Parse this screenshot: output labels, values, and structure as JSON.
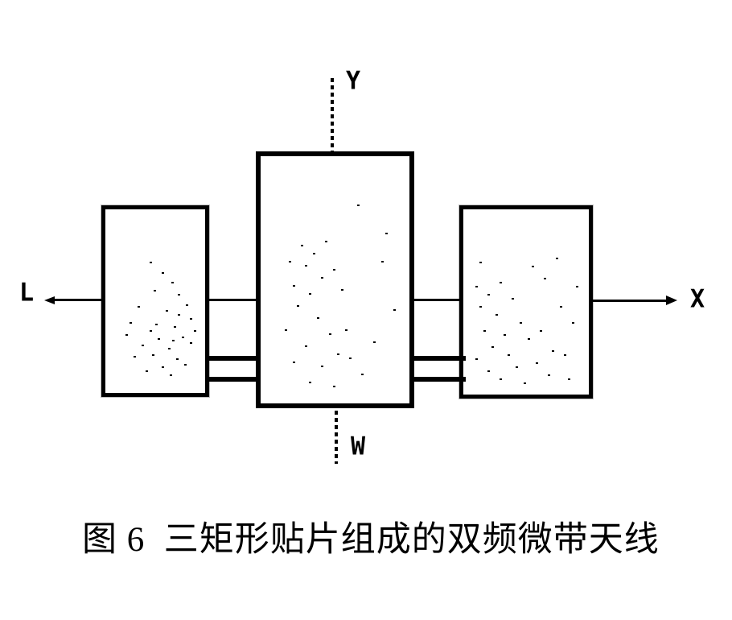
{
  "figure": {
    "caption": "图 6  三矩形贴片组成的双频微带天线",
    "labels": {
      "y_axis": "Y",
      "x_axis": "X",
      "left_lead": "L",
      "bottom_lead": "W"
    },
    "colors": {
      "ink": "#000000",
      "paper": "#ffffff"
    }
  }
}
